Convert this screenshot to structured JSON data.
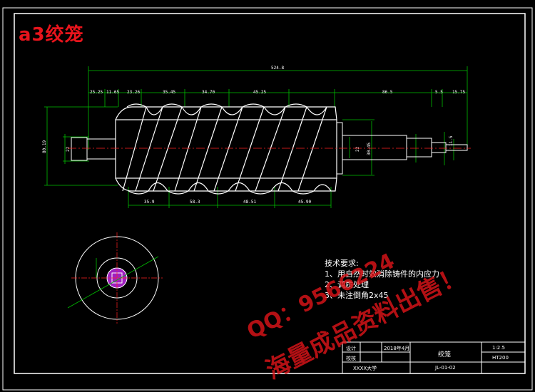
{
  "drawing": {
    "title": "a3绞笼",
    "technical_requirements": {
      "heading": "技术要求:",
      "items": [
        "1、用自然时效消除铸件的内应力",
        "2、调质处理",
        "3、未注倒角2x45"
      ]
    },
    "title_block": {
      "part_name": "绞笼",
      "scale": "1:2.5",
      "designer_label": "设计",
      "checker_label": "校核",
      "date": "2018年4月",
      "school": "XXXX大学",
      "drawing_no": "JL-01-02",
      "material": "HT200"
    },
    "dimensions": {
      "overall_length": "524.8",
      "top_row": [
        "25.25",
        "11.65",
        "23.26",
        "35.45",
        "34.70",
        "45.25",
        "86.5",
        "5.5",
        "15.75"
      ],
      "bottom_row": [
        "35.9",
        "58.3",
        "48.51",
        "45.90"
      ],
      "left_dia": "80.19",
      "shaft_dia_left": "22",
      "right_dia": "30.45",
      "right_small": "22",
      "right_tip": "11.5"
    },
    "watermark": {
      "line1": "QQ：9566224",
      "line2": "海量成品资料出售！"
    },
    "colors": {
      "border": "#ffffff",
      "dimension": "#00ff00",
      "centerline": "#ff2020",
      "section_fill": "#a020c0",
      "title": "#e8141c"
    }
  }
}
